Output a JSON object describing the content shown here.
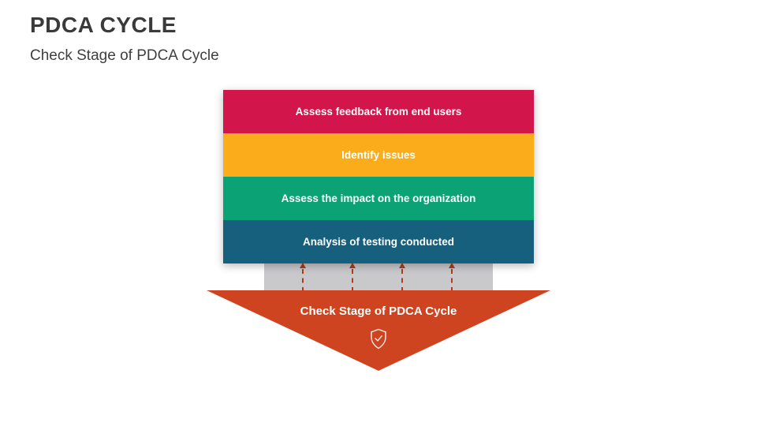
{
  "page": {
    "title": "PDCA CYCLE",
    "subtitle": "Check Stage of PDCA Cycle"
  },
  "stack": {
    "items": [
      {
        "label": "Assess feedback from end users",
        "color": "#d2164b"
      },
      {
        "label": "Identify issues",
        "color": "#fbac1b"
      },
      {
        "label": "Assess the impact on the organization",
        "color": "#0ba376"
      },
      {
        "label": "Analysis of testing conducted",
        "color": "#16607e"
      }
    ]
  },
  "connector": {
    "block_color": "#c9c9cc",
    "dash_color": "#b23a1c"
  },
  "arrow": {
    "label": "Check Stage of PDCA Cycle",
    "color": "#ce4421",
    "icon": "shield-check-icon"
  }
}
